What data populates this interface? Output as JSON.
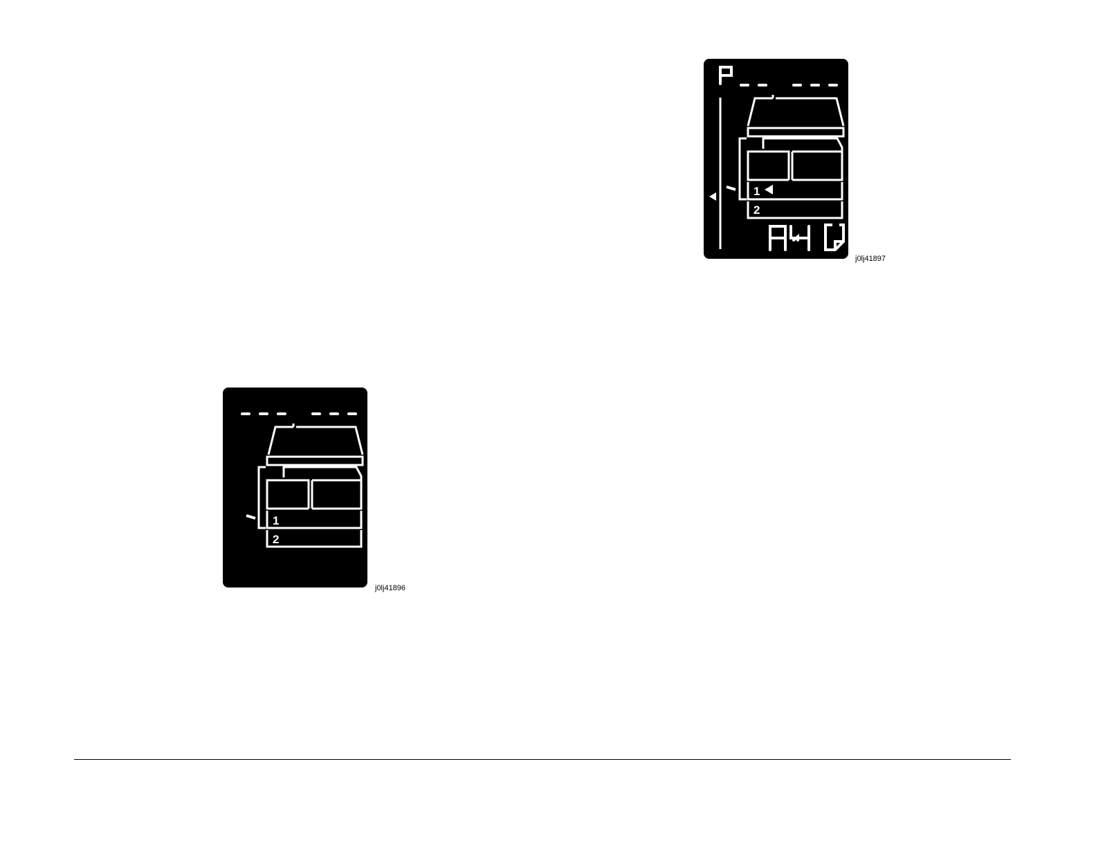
{
  "colors": {
    "panel_bg": "#000000",
    "segment": "#ffffff",
    "page_bg": "#ffffff"
  },
  "figures": [
    {
      "id_label": "j0lj41896",
      "display": {
        "digits_left": "---",
        "digits_right": "---",
        "tray_labels": [
          "1",
          "2"
        ]
      }
    },
    {
      "id_label": "j0lj41897",
      "display": {
        "mode_char": "P",
        "digits_left": "--",
        "digits_right": "---",
        "tray_labels": [
          "1",
          "2"
        ],
        "paper_size": "A4",
        "icons": [
          "tray-1-selected-arrow-icon",
          "paper-path-arrow-icon",
          "paper-orientation-icon"
        ]
      }
    }
  ]
}
